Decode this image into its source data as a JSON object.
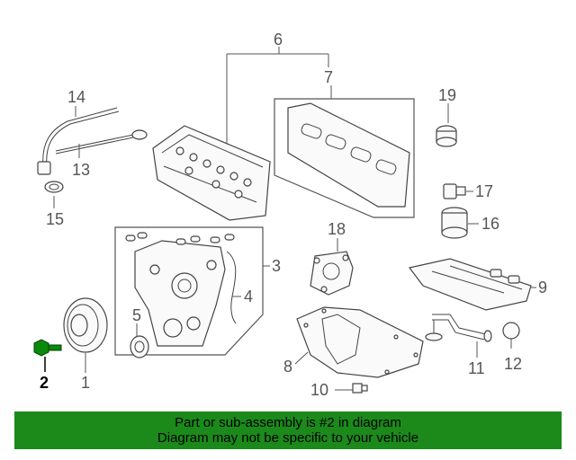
{
  "callouts": {
    "c1": "1",
    "c2": "2",
    "c3": "3",
    "c4": "4",
    "c5": "5",
    "c6": "6",
    "c7": "7",
    "c8": "8",
    "c9": "9",
    "c10": "10",
    "c11": "11",
    "c12": "12",
    "c13": "13",
    "c14": "14",
    "c15": "15",
    "c16": "16",
    "c17": "17",
    "c18": "18",
    "c19": "19"
  },
  "highlight": {
    "callout": "2",
    "color": "#0a8a0a"
  },
  "banner": {
    "line1": "Part or sub-assembly is #2 in diagram",
    "line2": "Diagram may not be specific to your vehicle",
    "color": "#1b8a1b"
  }
}
